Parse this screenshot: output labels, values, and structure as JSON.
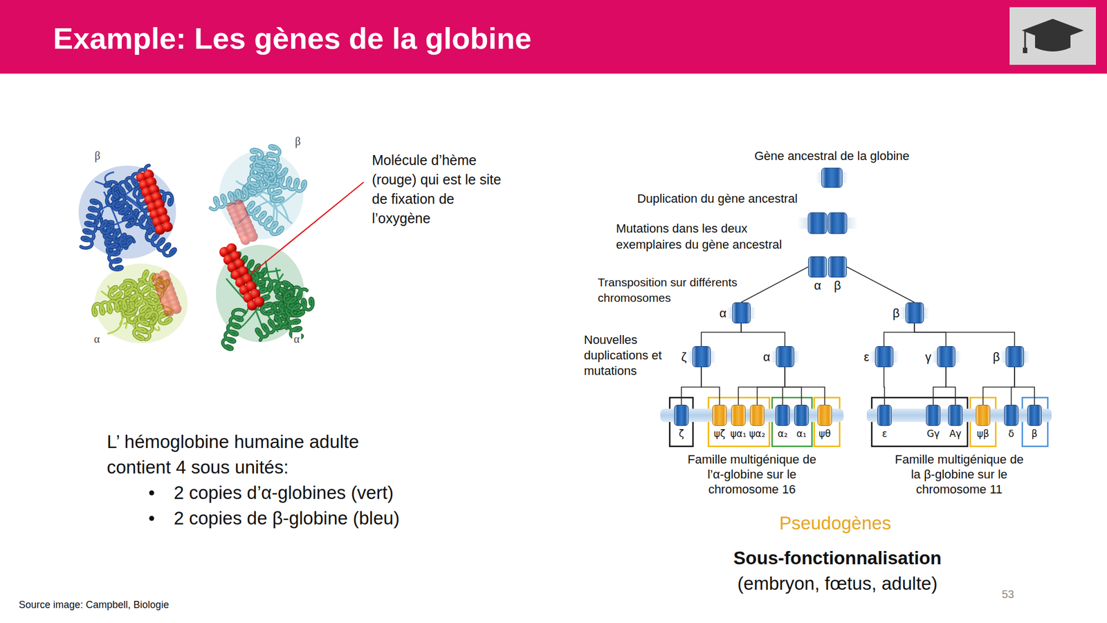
{
  "diagram": {
    "title": "Example: Les gènes de la globine",
    "nodes": [
      {
        "text": [
          "Gène ancestral de la globine"
        ]
      },
      {
        "text": [
          "α",
          "β"
        ]
      },
      {
        "text": [
          "α"
        ]
      },
      {
        "text": [
          "β"
        ]
      },
      {
        "text": [
          "ζ"
        ]
      },
      {
        "text": [
          "α"
        ]
      },
      {
        "text": [
          "ε"
        ]
      },
      {
        "text": [
          "γ"
        ]
      },
      {
        "text": [
          "β"
        ]
      },
      {
        "text": [
          "Famille multigénique de l’α-globine sur le chromosome 16"
        ]
      },
      {
        "text": [
          "ζ"
        ],
        "in": 9
      },
      {
        "text": [
          "ψζ"
        ],
        "in": 9
      },
      {
        "text": [
          "ψα₁"
        ],
        "in": 9
      },
      {
        "text": [
          "ψα₂"
        ],
        "in": 9
      },
      {
        "text": [
          "α₂"
        ],
        "in": 9
      },
      {
        "text": [
          "α₁"
        ],
        "in": 9
      },
      {
        "text": [
          "ψθ"
        ],
        "in": 9
      },
      {
        "text": [
          "Famille multigénique de la β-globine sur le chromosome 11"
        ]
      },
      {
        "text": [
          "ε"
        ],
        "in": 17
      },
      {
        "text": [
          "Gγ"
        ],
        "in": 17
      },
      {
        "text": [
          "Aγ"
        ],
        "in": 17
      },
      {
        "text": [
          "ψβ"
        ],
        "in": 17
      },
      {
        "text": [
          "δ"
        ],
        "in": 17
      },
      {
        "text": [
          "β"
        ],
        "in": 17
      }
    ],
    "edges": [
      {
        "from": 1,
        "to": 2,
        "arrow": "none"
      },
      {
        "from": 1,
        "to": 3,
        "arrow": "none"
      },
      {
        "from": 2,
        "to": 4,
        "arrow": "none"
      },
      {
        "from": 2,
        "to": 5,
        "arrow": "none"
      },
      {
        "from": 3,
        "to": 6,
        "arrow": "none"
      },
      {
        "from": 3,
        "to": 7,
        "arrow": "none"
      },
      {
        "from": 3,
        "to": 8,
        "arrow": "none"
      },
      {
        "from": 4,
        "to": 10,
        "arrow": "none"
      },
      {
        "from": 4,
        "to": 11,
        "arrow": "none"
      },
      {
        "from": 5,
        "to": 12,
        "arrow": "none"
      },
      {
        "from": 5,
        "to": 13,
        "arrow": "none"
      },
      {
        "from": 5,
        "to": 14,
        "arrow": "none"
      },
      {
        "from": 5,
        "to": 15,
        "arrow": "none"
      },
      {
        "from": 5,
        "to": 16,
        "arrow": "none"
      },
      {
        "from": 6,
        "to": 18,
        "arrow": "none"
      },
      {
        "from": 7,
        "to": 19,
        "arrow": "none"
      },
      {
        "from": 7,
        "to": 20,
        "arrow": "none"
      },
      {
        "from": 8,
        "to": 21,
        "arrow": "none"
      },
      {
        "from": 8,
        "to": 22,
        "arrow": "none"
      },
      {
        "from": 8,
        "to": 23,
        "arrow": "none"
      }
    ],
    "labels": [
      "β",
      "β",
      "α",
      "α",
      "Molécule d’hème (rouge) qui est le site de fixation de l’oxygène",
      "L’ hémoglobine humaine adulte contient 4 sous unités:",
      "2 copies d’α-globines (vert)",
      "2 copies de β-globine (bleu)",
      "Duplication du gène ancestral",
      "Mutations dans les deux exemplaires du gène ancestral",
      "Transposition sur différents chromosomes",
      "Nouvelles duplications et mutations",
      "Pseudogènes",
      "Sous-fonctionnalisation",
      "(embryon, fœtus, adulte)",
      "Source image: Campbell, Biologie",
      "53"
    ]
  }
}
